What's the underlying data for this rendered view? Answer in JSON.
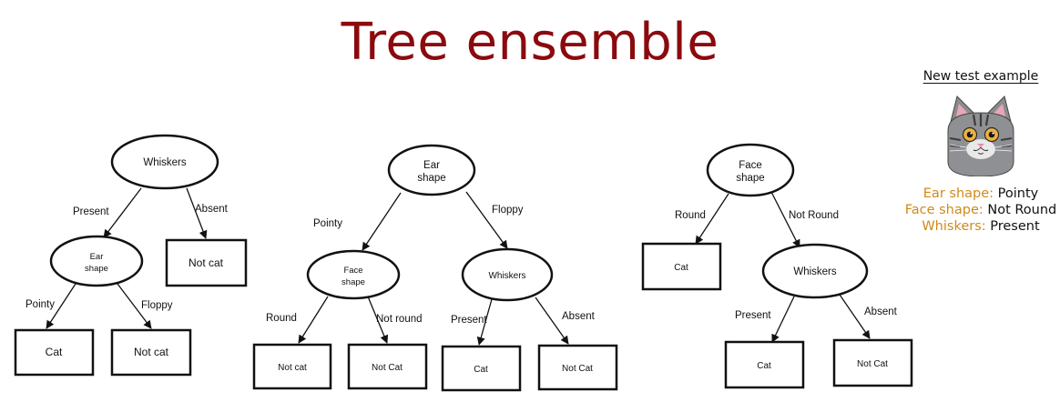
{
  "title": "Tree ensemble",
  "colors": {
    "title": "#8b0a0e",
    "feature_key": "#d18a17",
    "text": "#111111"
  },
  "trees": [
    {
      "root": "Whiskers",
      "left_edge": "Present",
      "right_edge": "Absent",
      "left_node": "Ear shape",
      "right_leaf": "Not cat",
      "left_node_left_edge": "Pointy",
      "left_node_right_edge": "Floppy",
      "left_node_left_leaf": "Cat",
      "left_node_right_leaf": "Not cat"
    },
    {
      "root": "Ear shape",
      "left_edge": "Pointy",
      "right_edge": "Floppy",
      "left_node": "Face shape",
      "right_node": "Whiskers",
      "left_node_left_edge": "Round",
      "left_node_right_edge": "Not round",
      "left_node_left_leaf": "Not cat",
      "left_node_right_leaf": "Not Cat",
      "right_node_left_edge": "Present",
      "right_node_right_edge": "Absent",
      "right_node_left_leaf": "Cat",
      "right_node_right_leaf": "Not Cat"
    },
    {
      "root": "Face shape",
      "left_edge": "Round",
      "right_edge": "Not Round",
      "left_leaf": "Cat",
      "right_node": "Whiskers",
      "right_node_left_edge": "Present",
      "right_node_right_edge": "Absent",
      "right_node_left_leaf": "Cat",
      "right_node_right_leaf": "Not Cat"
    }
  ],
  "test_example": {
    "heading": "New test example",
    "image_icon": "cat-face-icon",
    "features": [
      {
        "key": "Ear shape:",
        "value": "Pointy"
      },
      {
        "key": "Face shape:",
        "value": "Not Round"
      },
      {
        "key": "Whiskers:",
        "value": "Present"
      }
    ]
  }
}
